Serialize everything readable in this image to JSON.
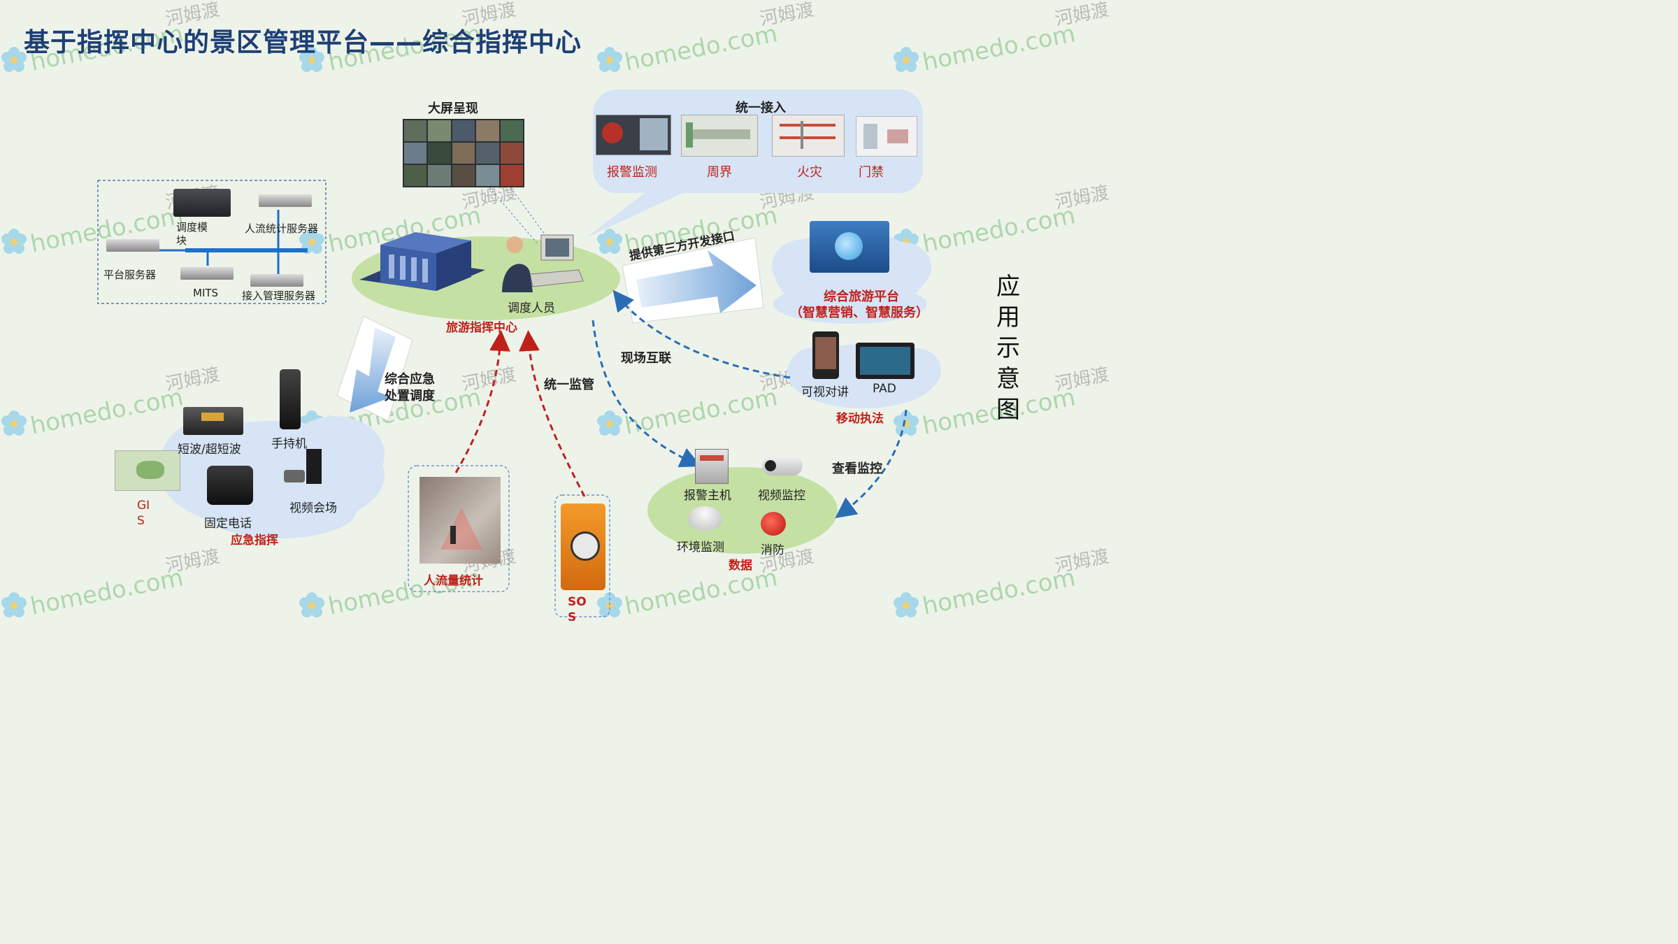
{
  "title": "基于指挥中心的景区管理平台——综合指挥中心",
  "watermark": {
    "word": "homedo.com",
    "cn": "河姆渡"
  },
  "side_label": [
    "应",
    "用",
    "示",
    "意",
    "图"
  ],
  "big_screen": {
    "label": "大屏呈现"
  },
  "unified_access": {
    "title": "统一接入",
    "items": [
      "报警监测",
      "周界",
      "火灾",
      "门禁"
    ]
  },
  "servers": {
    "items": [
      "调度模块",
      "人流统计服务器",
      "平台服务器",
      "MITS",
      "接入管理服务器"
    ]
  },
  "center": {
    "operator": "调度人员",
    "name": "旅游指挥中心"
  },
  "third_party": {
    "label": "提供第三方开发接口"
  },
  "tourism_platform": {
    "name": "综合旅游平台",
    "sub": "（智慧营销、智慧服务）"
  },
  "mobile": {
    "items": [
      "可视对讲",
      "PAD"
    ],
    "label": "移动执法"
  },
  "emergency_dispatch": {
    "line1": "综合应急",
    "line2": "处置调度"
  },
  "unified_supervision": "统一监管",
  "onsite_link": "现场互联",
  "view_monitor": "查看监控",
  "emergency": {
    "items": [
      "短波/超短波",
      "手持机",
      "GIS",
      "固定电话",
      "视频会场"
    ],
    "label": "应急指挥"
  },
  "flow_stats": "人流量统计",
  "sos": "SOS",
  "data_group": {
    "items": [
      "报警主机",
      "视频监控",
      "环境监测",
      "消防"
    ],
    "label": "数据"
  },
  "colors": {
    "title": "#1d3f76",
    "accent_red": "#c0201a",
    "arrow_blue": "#2a6db5",
    "arrow_red": "#c0201a",
    "bubble": "#d6e4f5",
    "green_oval": "#c5e0a3"
  }
}
